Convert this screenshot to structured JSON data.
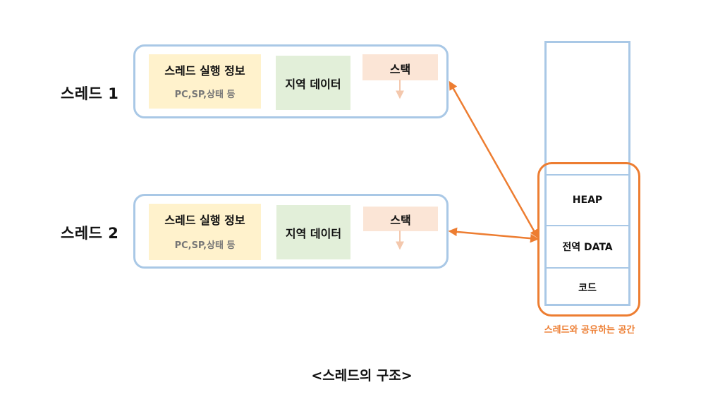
{
  "threads": [
    {
      "label": "스레드 1",
      "info_title": "스레드 실행 정보",
      "info_sub": "PC,SP,상태 등",
      "local": "지역 데이터",
      "stack": "스택"
    },
    {
      "label": "스레드 2",
      "info_title": "스레드 실행 정보",
      "info_sub": "PC,SP,상태 등",
      "local": "지역 데이터",
      "stack": "스택"
    }
  ],
  "memory": {
    "heap": "HEAP",
    "global_data": "전역 DATA",
    "code": "코드"
  },
  "shared_label": "스레드와 공유하는 공간",
  "caption": "<스레드의 구조>",
  "colors": {
    "thread_border": "#a9c8e6",
    "info_fill": "#fff2cc",
    "local_fill": "#e2efd9",
    "stack_fill": "#fbe5d6",
    "shared_accent": "#ed7d31"
  }
}
